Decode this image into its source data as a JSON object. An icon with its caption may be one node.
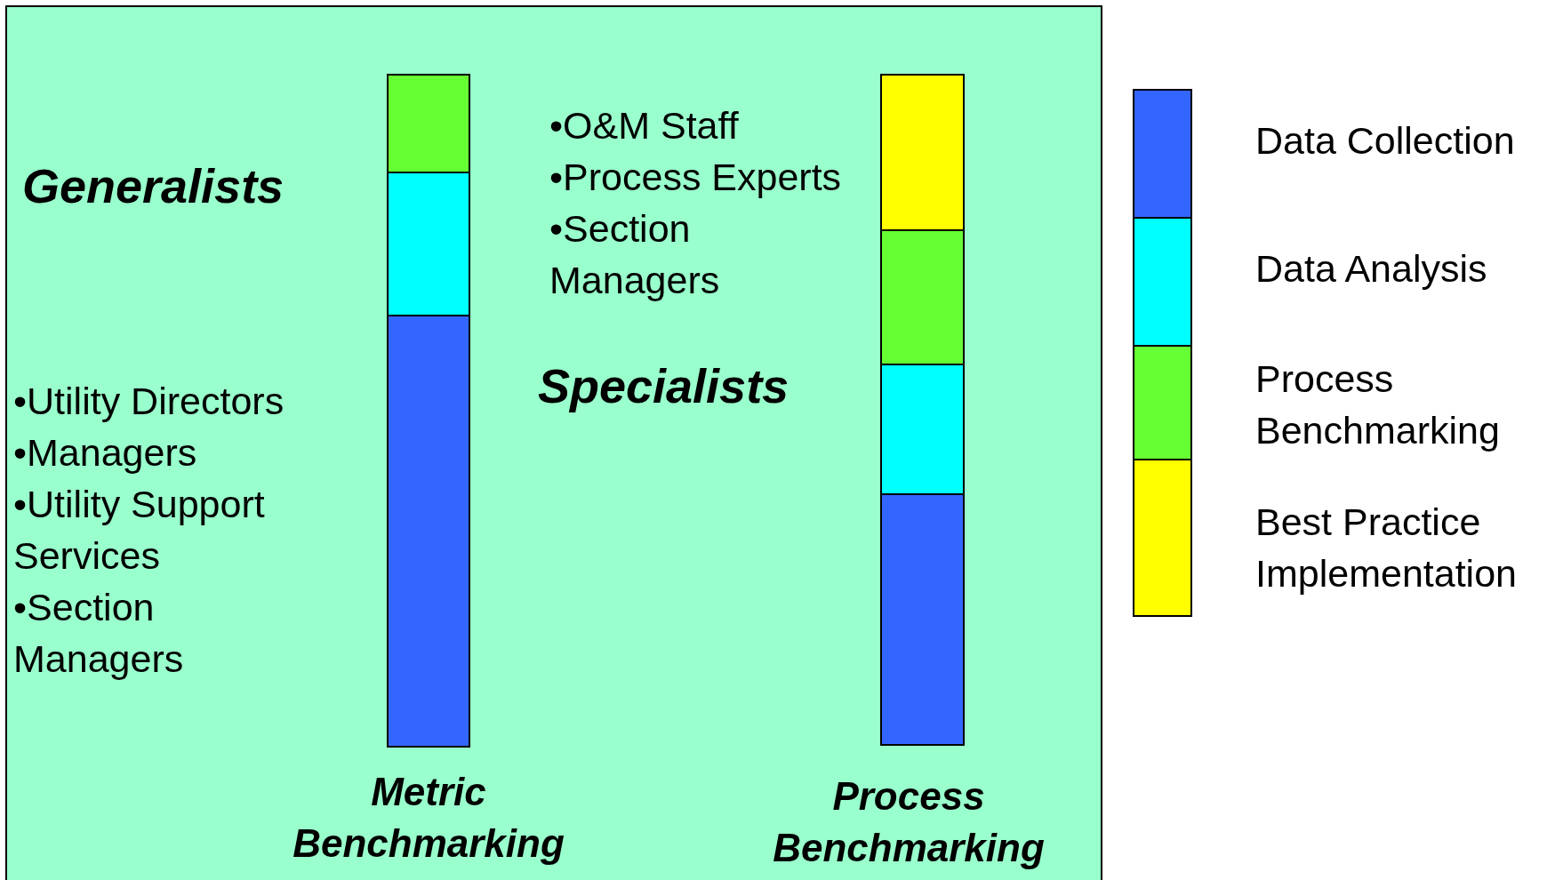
{
  "diagram": {
    "labels": [
      "Generalists",
      "•Utility Directors",
      "•Managers",
      "•Utility Support Services",
      "•Section Managers",
      "Metric Benchmarking",
      "•O&M Staff",
      "•Process Experts",
      "•Section Managers",
      "Specialists",
      "Process Benchmarking"
    ],
    "legend": [
      {
        "text": "Data Collection",
        "color": "#3366ff"
      },
      {
        "text": "Data Analysis",
        "color": "#00ffff"
      },
      {
        "text": "Process Benchmarking",
        "color": "#66ff33"
      },
      {
        "text": "Best Practice Implementation",
        "color": "#ffff00"
      }
    ]
  }
}
